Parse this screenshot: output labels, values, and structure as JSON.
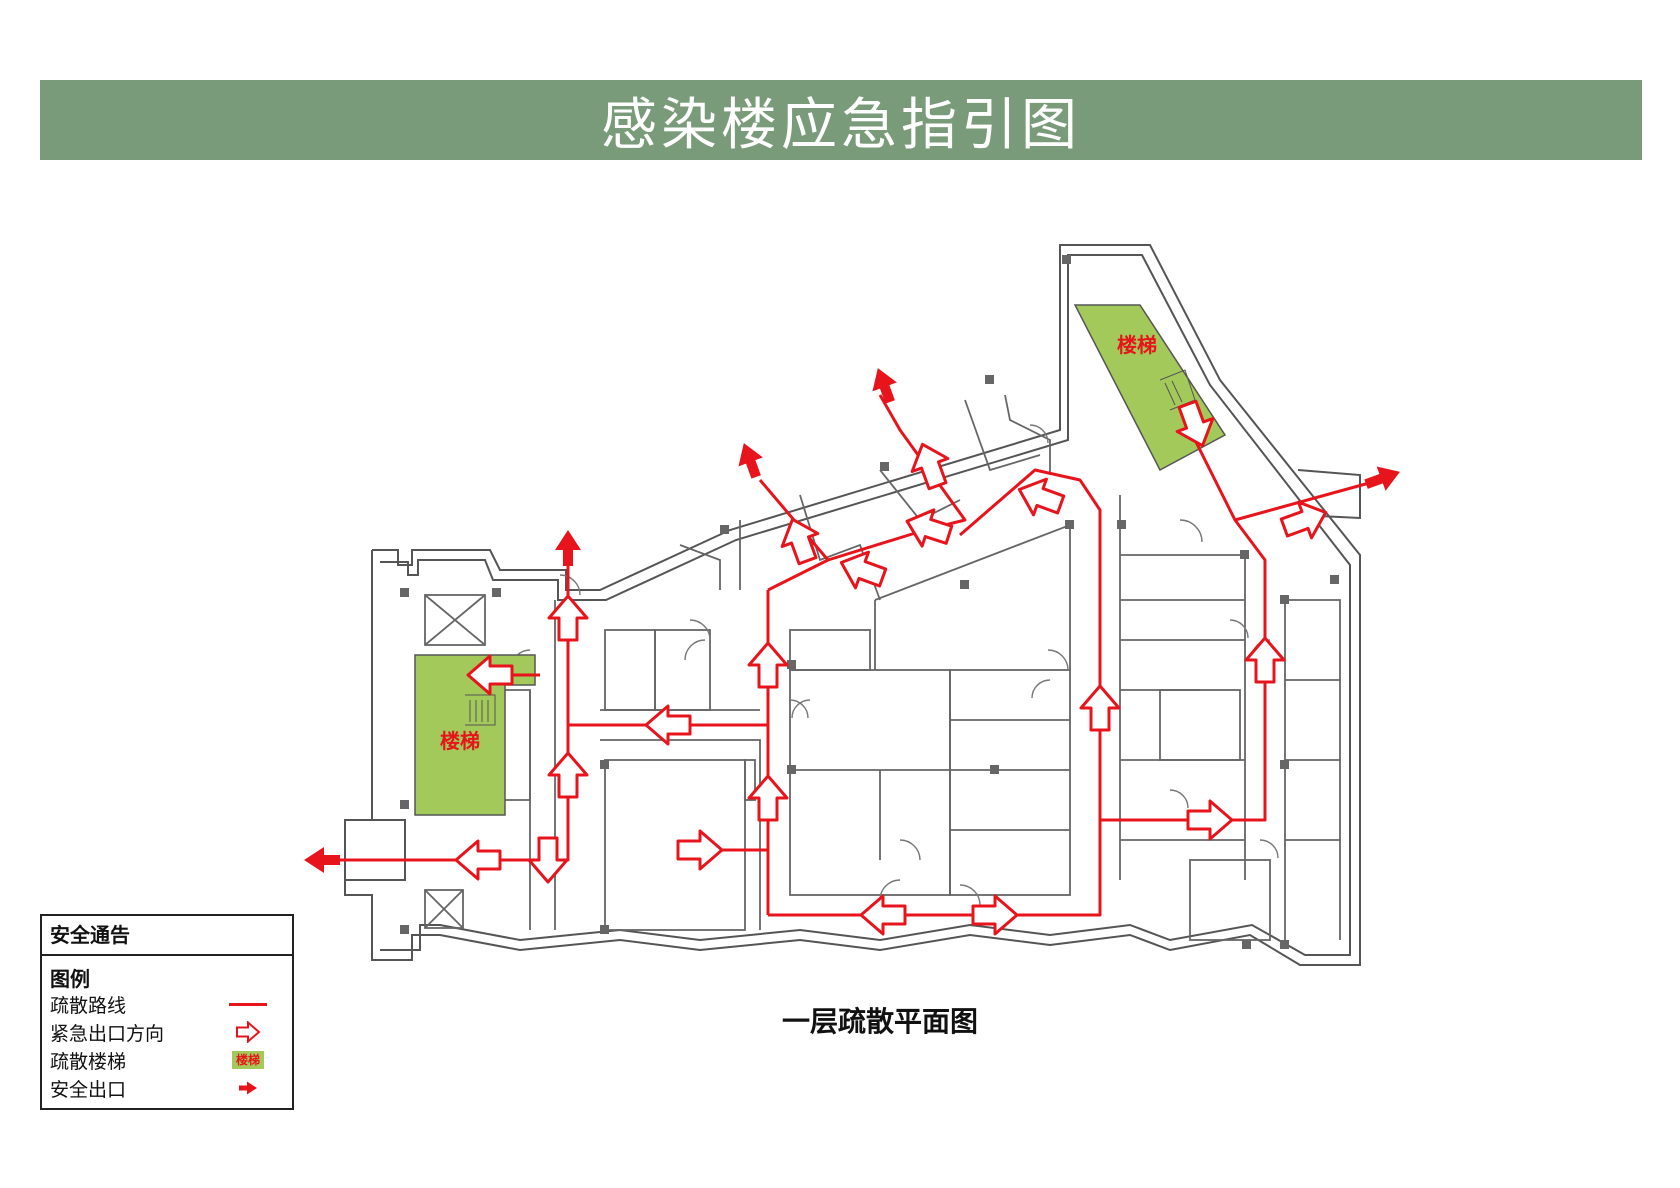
{
  "title": "感染楼应急指引图",
  "floor_caption": "一层疏散平面图",
  "stair_label": "楼梯",
  "legend": {
    "header": "安全通告",
    "subheader": "图例",
    "items": [
      {
        "label": "疏散路线",
        "symbol": "red-line"
      },
      {
        "label": "紧急出口方向",
        "symbol": "hollow-arrow-icon"
      },
      {
        "label": "疏散楼梯",
        "symbol": "stair-swatch",
        "swatch_text": "楼梯"
      },
      {
        "label": "安全出口",
        "symbol": "solid-arrow-icon"
      }
    ]
  },
  "colors": {
    "header_bg": "#7a9b7a",
    "route_red": "#e8141c",
    "stair_green": "#a3c95a",
    "wall": "#555555"
  }
}
